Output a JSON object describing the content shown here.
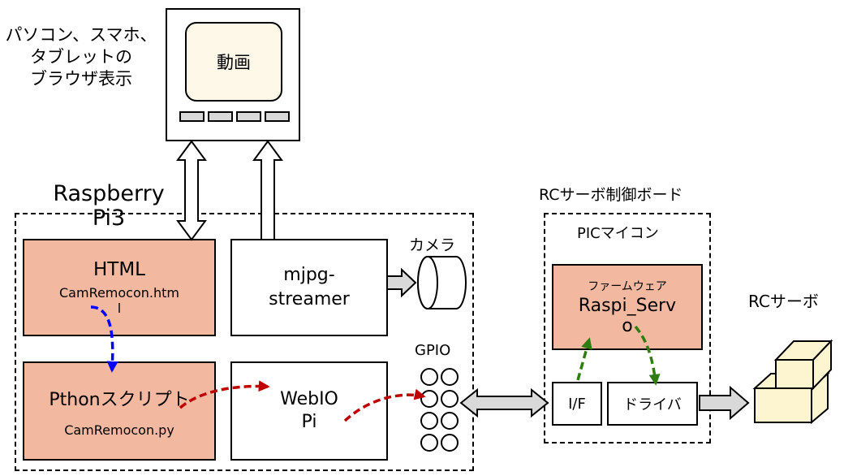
{
  "browser": {
    "caption_lines": [
      "パソコン、スマホ、",
      "タブレットの",
      "ブラウザ表示"
    ],
    "video_label": "動画"
  },
  "raspberry": {
    "title_line1": "Raspberry",
    "title_line2": "Pi3",
    "html_box": {
      "title": "HTML",
      "file_line1": "CamRemocon.htm",
      "file_line2": "l"
    },
    "mjpg_box": {
      "line1": "mjpg-",
      "line2": "streamer"
    },
    "camera_label": "カメラ",
    "python_box": {
      "title": "Pthonスクリプト",
      "file": "CamRemocon.py"
    },
    "webiopi_box": {
      "line1": "WebIO",
      "line2": "Pi"
    },
    "gpio_label": "GPIO"
  },
  "rc_board": {
    "title": "RCサーボ制御ボード",
    "pic_label": "PICマイコン",
    "firmware": {
      "caption": "ファームウェア",
      "line1": "Raspi_Serv",
      "line2": "o"
    },
    "if_label": "I/F",
    "driver_label": "ドライバ"
  },
  "servo_label": "RCサーボ",
  "colors": {
    "salmon_fill": "#f2b8a0",
    "screen_fill": "#fdf8e8",
    "servo_fill": "#fdf5d0",
    "arrow_gray": "#d9d9d9",
    "blue_arrow": "#0000ff",
    "red_arrow": "#c00000",
    "green_arrow": "#2e7d10"
  }
}
